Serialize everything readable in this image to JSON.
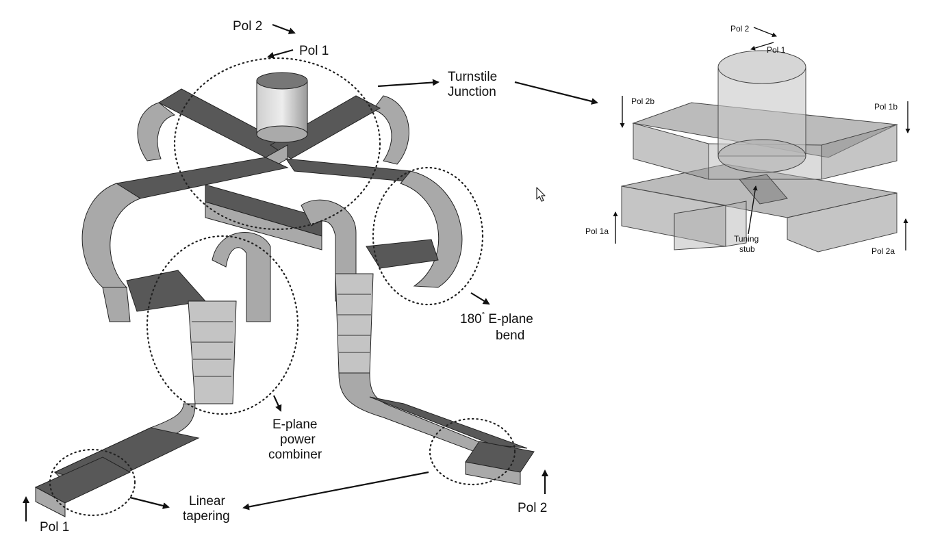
{
  "left_diagram": {
    "labels": {
      "pol2_top": "Pol 2",
      "pol1_top": "Pol 1",
      "turnstile_line1": "Turnstile",
      "turnstile_line2": "Junction",
      "bend_line1": "180",
      "bend_degree": "°",
      "bend_line1_rest": " E-plane",
      "bend_line2": "bend",
      "combiner_line1": "E-plane",
      "combiner_line2": "power",
      "combiner_line3": "combiner",
      "taper_line1": "Linear",
      "taper_line2": "tapering",
      "pol1_bottom": "Pol 1",
      "pol2_bottom": "Pol 2"
    }
  },
  "right_diagram": {
    "labels": {
      "pol2_top": "Pol 2",
      "pol1_top": "Pol 1",
      "pol2b": "Pol 2b",
      "pol1b": "Pol 1b",
      "pol1a": "Pol 1a",
      "pol2a": "Pol 2a",
      "stub_line1": "Tuning",
      "stub_line2": "stub"
    }
  },
  "colors": {
    "waveguide_top": "#585858",
    "waveguide_side": "#a9a9a9",
    "background": "#ffffff"
  },
  "icons": {
    "cursor": "mouse-pointer-icon"
  }
}
